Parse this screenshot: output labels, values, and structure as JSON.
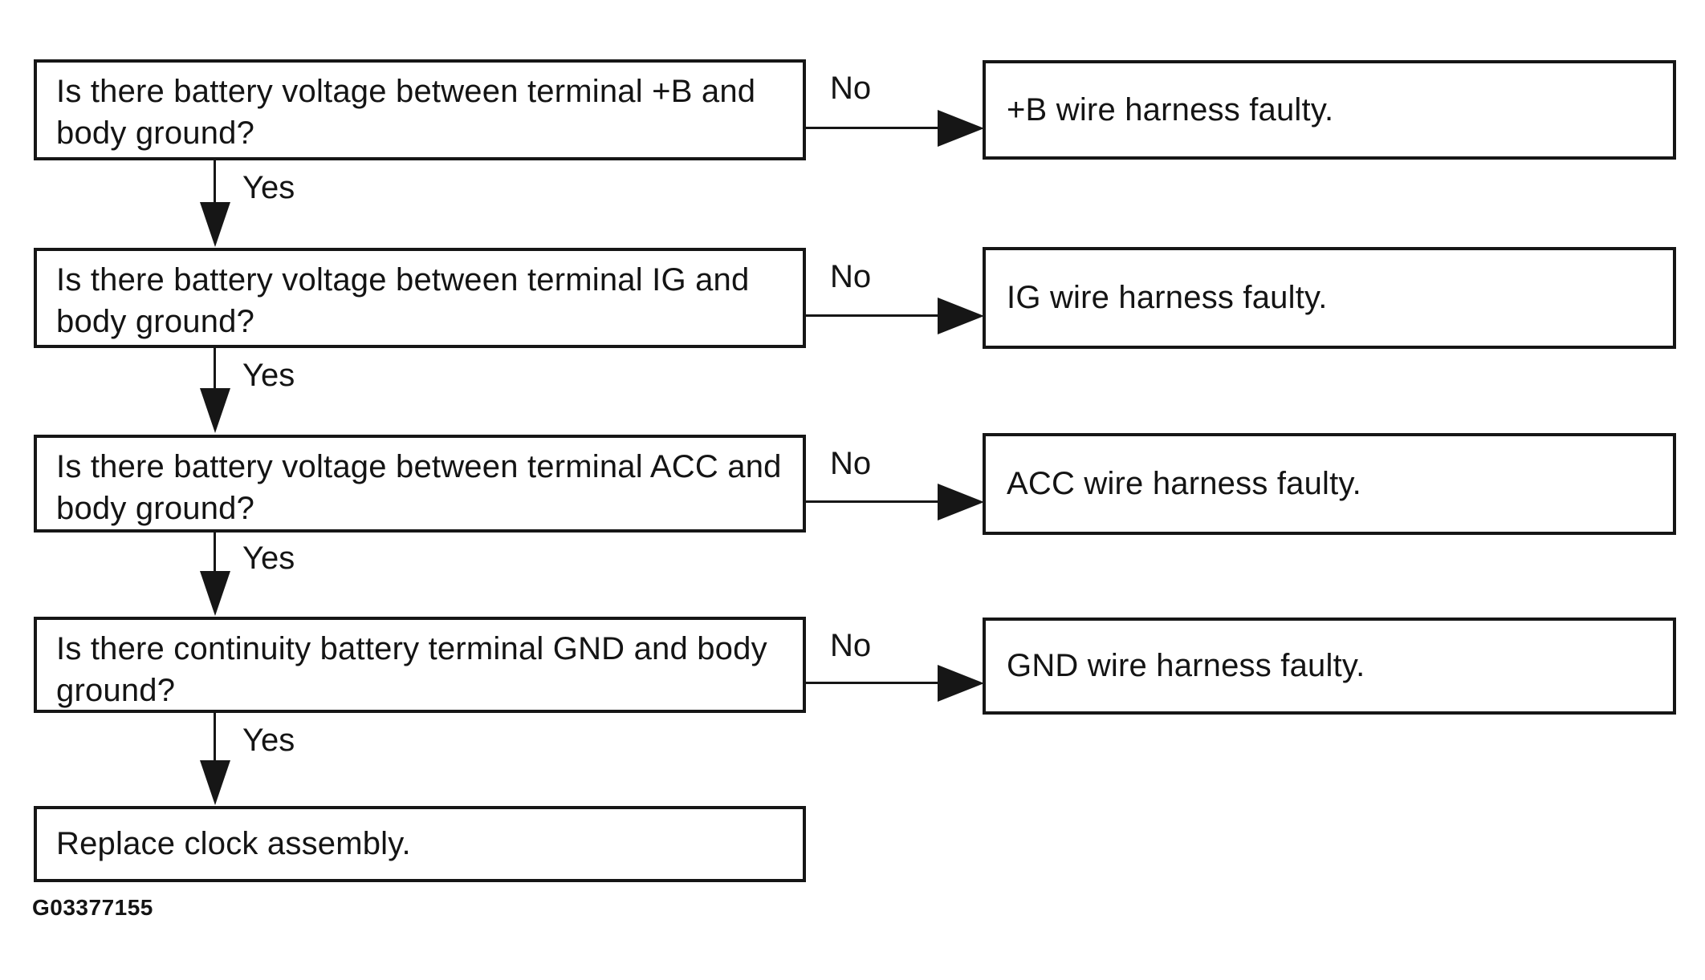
{
  "figure": {
    "id": "G03377155"
  },
  "flow": {
    "rows": [
      {
        "question": "Is there battery voltage between terminal +B and\nbody ground?",
        "yes_label": "Yes",
        "no_label": "No",
        "no_result": "+B wire harness faulty."
      },
      {
        "question": "Is there battery voltage between terminal IG and\nbody ground?",
        "yes_label": "Yes",
        "no_label": "No",
        "no_result": "IG wire harness faulty."
      },
      {
        "question": "Is there battery voltage between terminal ACC and\nbody ground?",
        "yes_label": "Yes",
        "no_label": "No",
        "no_result": "ACC wire harness faulty."
      },
      {
        "question": "Is there continuity battery terminal GND and body\nground?",
        "yes_label": "Yes",
        "no_label": "No",
        "no_result": "GND wire harness faulty."
      }
    ],
    "terminal": "Replace clock assembly."
  },
  "colors": {
    "ink": "#161616",
    "background": "#ffffff"
  }
}
